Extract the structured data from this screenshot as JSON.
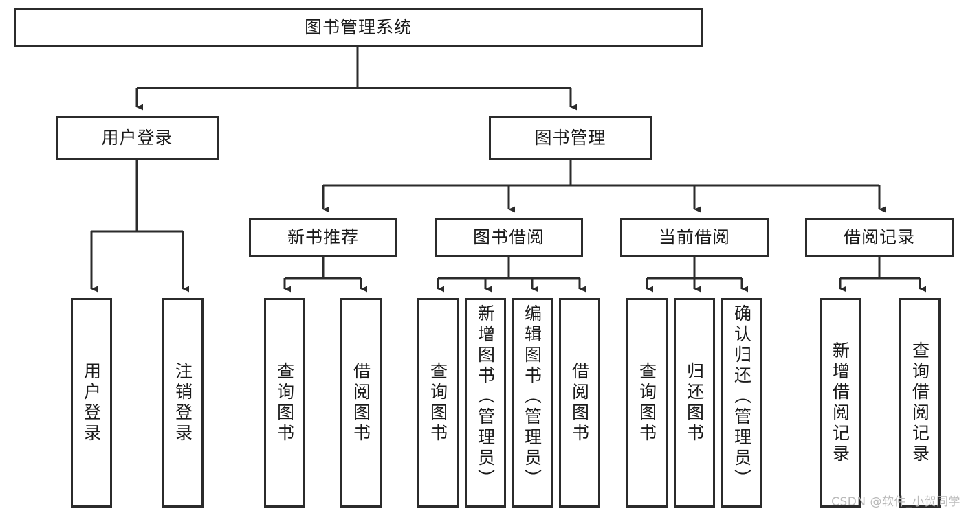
{
  "diagram": {
    "type": "tree-hierarchy",
    "title": "图书管理系统",
    "root": {
      "id": "root",
      "label": "图书管理系统"
    },
    "level2": [
      {
        "id": "user-login",
        "label": "用户登录"
      },
      {
        "id": "book-manage",
        "label": "图书管理"
      }
    ],
    "level3": [
      {
        "id": "new-book-recommend",
        "label": "新书推荐",
        "parent": "book-manage"
      },
      {
        "id": "book-borrow",
        "label": "图书借阅",
        "parent": "book-manage"
      },
      {
        "id": "current-borrow",
        "label": "当前借阅",
        "parent": "book-manage"
      },
      {
        "id": "borrow-record",
        "label": "借阅记录",
        "parent": "book-manage"
      }
    ],
    "leaves": [
      {
        "id": "leaf-user-login",
        "label": "用户登录",
        "parent": "user-login"
      },
      {
        "id": "leaf-user-logout",
        "label": "注销登录",
        "parent": "user-login"
      },
      {
        "id": "leaf-query-book-1",
        "label": "查询图书",
        "parent": "new-book-recommend"
      },
      {
        "id": "leaf-borrow-book-1",
        "label": "借阅图书",
        "parent": "new-book-recommend"
      },
      {
        "id": "leaf-query-book-2",
        "label": "查询图书",
        "parent": "book-borrow"
      },
      {
        "id": "leaf-add-book",
        "label": "新增图书（管理员）",
        "parent": "book-borrow"
      },
      {
        "id": "leaf-edit-book",
        "label": "编辑图书（管理员）",
        "parent": "book-borrow"
      },
      {
        "id": "leaf-borrow-book-2",
        "label": "借阅图书",
        "parent": "book-borrow"
      },
      {
        "id": "leaf-query-book-3",
        "label": "查询图书",
        "parent": "current-borrow"
      },
      {
        "id": "leaf-return-book",
        "label": "归还图书",
        "parent": "current-borrow"
      },
      {
        "id": "leaf-confirm-return",
        "label": "确认归还（管理员）",
        "parent": "current-borrow"
      },
      {
        "id": "leaf-add-record",
        "label": "新增借阅记录",
        "parent": "borrow-record"
      },
      {
        "id": "leaf-query-record",
        "label": "查询借阅记录",
        "parent": "borrow-record"
      }
    ]
  },
  "watermark": {
    "text": "CSDN @软件_小贺同学"
  },
  "colors": {
    "stroke": "#2b2b2b",
    "fill": "#ffffff",
    "text": "#1a1a1a",
    "watermark": "#b9b9b9"
  }
}
